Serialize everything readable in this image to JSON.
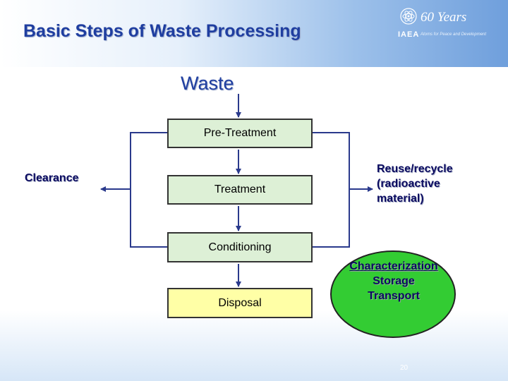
{
  "slide": {
    "title": "Basic Steps of Waste Processing",
    "page_number": "20"
  },
  "logo": {
    "years": "60 Years",
    "org": "IAEA",
    "tagline": "Atoms for Peace and Development"
  },
  "diagram": {
    "source": "Waste",
    "steps": [
      "Pre-Treatment",
      "Treatment",
      "Conditioning",
      "Disposal"
    ],
    "left_output": "Clearance",
    "right_output": [
      "Reuse/recycle",
      "(radioactive",
      "material)"
    ],
    "oval": [
      "Characterization",
      "Storage",
      "Transport"
    ]
  },
  "colors": {
    "title": "#1f3ea0",
    "step_box": "#ddf0d6",
    "disposal_box": "#ffffa6",
    "oval": "#33cc33",
    "arrow": "#2a3a8c"
  }
}
